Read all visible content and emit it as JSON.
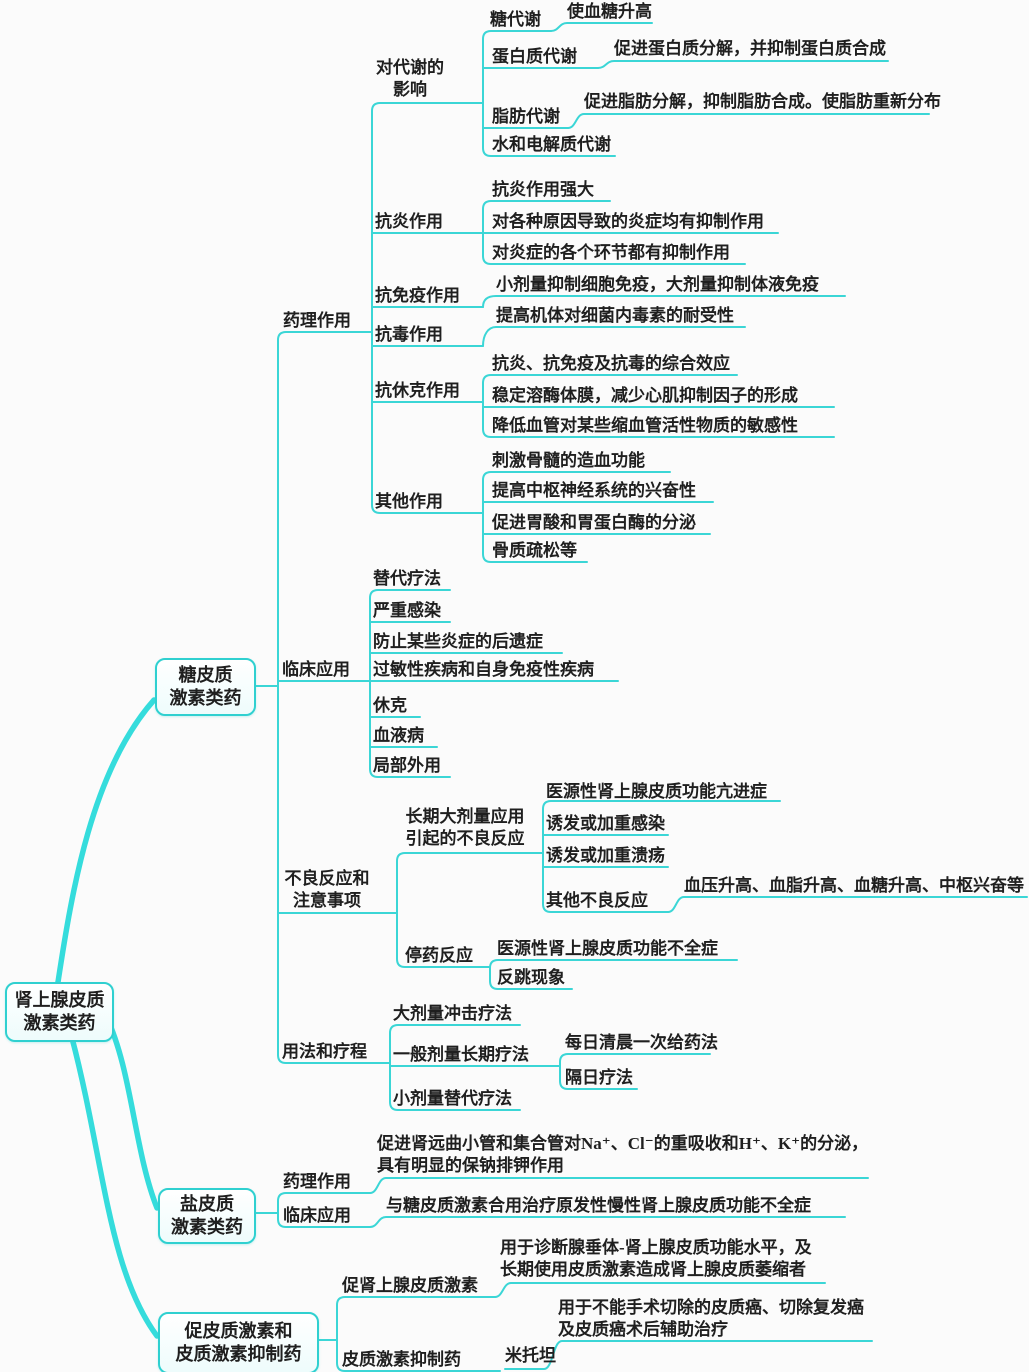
{
  "title": "肾上腺皮质激素类药思维导图",
  "colors": {
    "line": "#3bd6d6",
    "node_border": "#2fd0d0",
    "node_fill": "#eefcfc",
    "text": "#1f1f1f"
  },
  "root": {
    "label": "肾上腺皮质\n激素类药"
  },
  "gluco": {
    "label": "糖皮质\n激素类药",
    "pharm": {
      "label": "药理作用",
      "metabolism": {
        "label": "对代谢的\n影响",
        "items": [
          {
            "label": "糖代谢",
            "detail": "使血糖升高"
          },
          {
            "label": "蛋白质代谢",
            "detail": "促进蛋白质分解，并抑制蛋白质合成"
          },
          {
            "label": "脂肪代谢",
            "detail": "促进脂肪分解，抑制脂肪合成。使脂肪重新分布"
          },
          {
            "label": "水和电解质代谢"
          }
        ]
      },
      "anti_inflammatory": {
        "label": "抗炎作用",
        "items": [
          "抗炎作用强大",
          "对各种原因导致的炎症均有抑制作用",
          "对炎症的各个环节都有抑制作用"
        ]
      },
      "anti_immune": {
        "label": "抗免疫作用",
        "items": [
          "小剂量抑制细胞免疫，大剂量抑制体液免疫"
        ]
      },
      "anti_toxic": {
        "label": "抗毒作用",
        "items": [
          "提高机体对细菌内毒素的耐受性"
        ]
      },
      "anti_shock": {
        "label": "抗休克作用",
        "items": [
          "抗炎、抗免疫及抗毒的综合效应",
          "稳定溶酶体膜，减少心肌抑制因子的形成",
          "降低血管对某些缩血管活性物质的敏感性"
        ]
      },
      "other": {
        "label": "其他作用",
        "items": [
          "刺激骨髓的造血功能",
          "提高中枢神经系统的兴奋性",
          "促进胃酸和胃蛋白酶的分泌",
          "骨质疏松等"
        ]
      }
    },
    "clinical": {
      "label": "临床应用",
      "items": [
        "替代疗法",
        "严重感染",
        "防止某些炎症的后遗症",
        "过敏性疾病和自身免疫性疾病",
        "休克",
        "血液病",
        "局部外用"
      ]
    },
    "adverse": {
      "label": "不良反应和\n注意事项",
      "long_term": {
        "label": "长期大剂量应用\n引起的不良反应",
        "items": [
          "医源性肾上腺皮质功能亢进症",
          "诱发或加重感染",
          "诱发或加重溃疡"
        ],
        "other": {
          "label": "其他不良反应",
          "detail": "血压升高、血脂升高、血糖升高、中枢兴奋等"
        }
      },
      "withdrawal": {
        "label": "停药反应",
        "items": [
          "医源性肾上腺皮质功能不全症",
          "反跳现象"
        ]
      }
    },
    "dosage": {
      "label": "用法和疗程",
      "items": [
        "大剂量冲击疗法"
      ],
      "general": {
        "label": "一般剂量长期疗法",
        "items": [
          "每日清晨一次给药法",
          "隔日疗法"
        ]
      },
      "small": {
        "label": "小剂量替代疗法"
      }
    }
  },
  "mineralo": {
    "label": "盐皮质\n激素类药",
    "pharm": {
      "label": "药理作用",
      "detail": "促进肾远曲小管和集合管对Na⁺、Cl⁻的重吸收和H⁺、K⁺的分泌，\n具有明显的保钠排钾作用"
    },
    "clinical": {
      "label": "临床应用",
      "detail": "与糖皮质激素合用治疗原发性慢性肾上腺皮质功能不全症"
    }
  },
  "acth": {
    "label": "促皮质激素和\n皮质激素抑制药",
    "acth_item": {
      "label": "促肾上腺皮质激素",
      "detail": "用于诊断腺垂体-肾上腺皮质功能水平，及\n长期使用皮质激素造成肾上腺皮质萎缩者"
    },
    "inhibitor": {
      "label": "皮质激素抑制药",
      "drug": {
        "label": "米托坦",
        "detail": "用于不能手术切除的皮质癌、切除复发癌\n及皮质癌术后辅助治疗"
      }
    }
  }
}
